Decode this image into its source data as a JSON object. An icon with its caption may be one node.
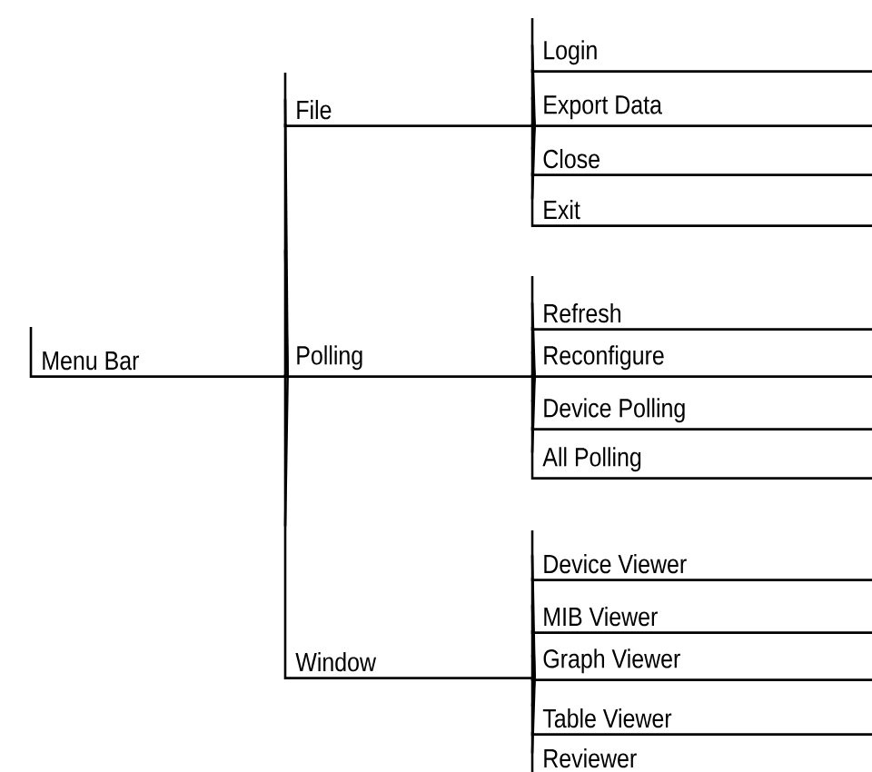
{
  "diagram": {
    "nodes": [
      {
        "text": [
          "Menu Bar"
        ]
      },
      {
        "text": [
          "File"
        ]
      },
      {
        "text": [
          "Polling"
        ]
      },
      {
        "text": [
          "Window"
        ]
      },
      {
        "text": [
          "Login"
        ]
      },
      {
        "text": [
          "Export Data"
        ]
      },
      {
        "text": [
          "Close"
        ]
      },
      {
        "text": [
          "Exit"
        ]
      },
      {
        "text": [
          "Refresh"
        ]
      },
      {
        "text": [
          "Reconfigure"
        ]
      },
      {
        "text": [
          "Device Polling"
        ]
      },
      {
        "text": [
          "All Polling"
        ]
      },
      {
        "text": [
          "Device Viewer"
        ]
      },
      {
        "text": [
          "MIB Viewer"
        ]
      },
      {
        "text": [
          "Graph Viewer"
        ]
      },
      {
        "text": [
          "Table Viewer"
        ]
      },
      {
        "text": [
          "Reviewer"
        ]
      }
    ],
    "edges": [
      {
        "from": 0,
        "to": 1,
        "arrow": "none"
      },
      {
        "from": 0,
        "to": 2,
        "arrow": "none"
      },
      {
        "from": 0,
        "to": 3,
        "arrow": "none"
      },
      {
        "from": 1,
        "to": 4,
        "arrow": "none"
      },
      {
        "from": 1,
        "to": 5,
        "arrow": "none"
      },
      {
        "from": 1,
        "to": 6,
        "arrow": "none"
      },
      {
        "from": 1,
        "to": 7,
        "arrow": "none"
      },
      {
        "from": 2,
        "to": 8,
        "arrow": "none"
      },
      {
        "from": 2,
        "to": 9,
        "arrow": "none"
      },
      {
        "from": 2,
        "to": 10,
        "arrow": "none"
      },
      {
        "from": 2,
        "to": 11,
        "arrow": "none"
      },
      {
        "from": 3,
        "to": 12,
        "arrow": "none"
      },
      {
        "from": 3,
        "to": 13,
        "arrow": "none"
      },
      {
        "from": 3,
        "to": 14,
        "arrow": "none"
      },
      {
        "from": 3,
        "to": 15,
        "arrow": "none"
      },
      {
        "from": 3,
        "to": 16,
        "arrow": "none"
      }
    ]
  }
}
